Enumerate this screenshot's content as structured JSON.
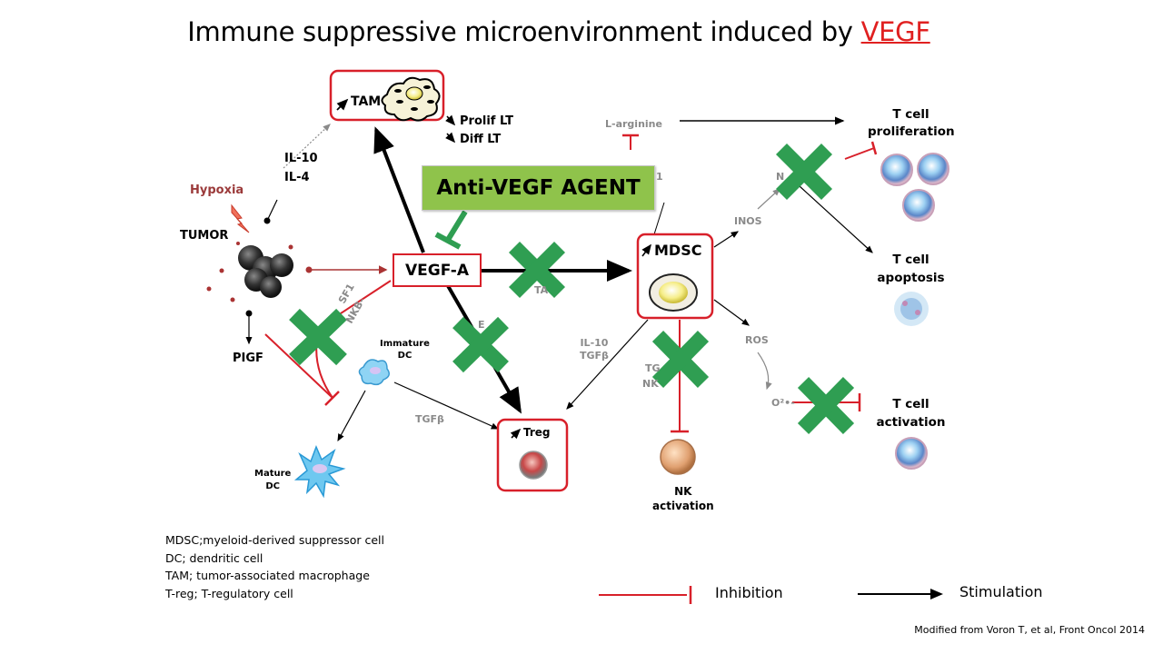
{
  "title": {
    "main": "Immune suppressive microenvironment induced by ",
    "highlight": "VEGF"
  },
  "agent": {
    "label": "Anti-VEGF AGENT"
  },
  "nodes": {
    "tam": "TAM",
    "prolif": "Prolif LT",
    "diff": "Diff LT",
    "il10": "IL-10",
    "il4": "IL-4",
    "hypoxia": "Hypoxia",
    "tumor": "TUMOR",
    "pigf": "PIGF",
    "vegfa": "VEGF-A",
    "mdsc": "MDSC",
    "larginine": "L-arginine",
    "inos": "INOS",
    "ros": "ROS",
    "o2": "O²•-",
    "immature_dc": [
      "Immature",
      "DC"
    ],
    "mature_dc": [
      "Mature",
      "DC"
    ],
    "tgfb_dc": "TGFβ",
    "il10_tgfb": [
      "IL-10",
      "TGFβ"
    ],
    "treg": "Treg",
    "nk": [
      "NK",
      "activation"
    ],
    "tcell_prolif": [
      "T cell",
      "proliferation"
    ],
    "tcell_apop": [
      "T cell",
      "apoptosis"
    ],
    "tcell_act": [
      "T cell",
      "activation"
    ],
    "partial_1": "1",
    "partial_sf1": "SF1",
    "partial_nkb": "NKB-",
    "partial_tgfb_frag": "TG",
    "partial_nkb_frag": "NK",
    "partial_n": "N",
    "partial_ta": "TA",
    "partial_e": "E"
  },
  "legend": {
    "abbrev": [
      "MDSC;myeloid-derived  suppressor cell",
      "DC; dendritic  cell",
      "TAM; tumor-associated macrophage",
      "T-reg; T-regulatory cell"
    ],
    "inhibition": "Inhibition",
    "stimulation": "Stimulation"
  },
  "credit": "Modified  from  Voron T, et al, Front Oncol 2014",
  "colors": {
    "red": "#d8202a",
    "green": "#2f9e52",
    "agent": "#8fc34b",
    "grey": "#8a8a8a",
    "hypoxia": "#9b3a3a"
  }
}
